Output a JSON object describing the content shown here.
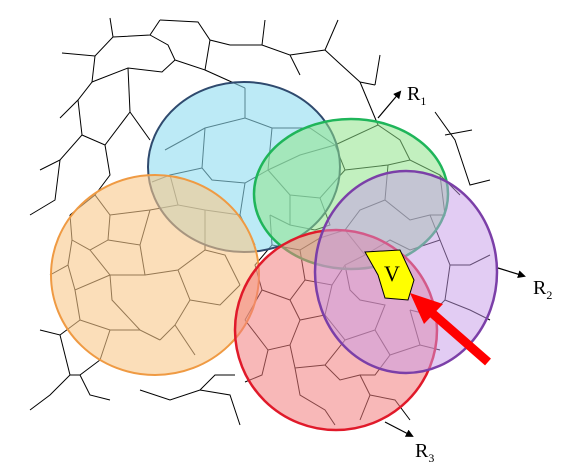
{
  "diagram": {
    "cell_label": "V",
    "region_labels": [
      {
        "main": "R",
        "sub": "1"
      },
      {
        "main": "R",
        "sub": "2"
      },
      {
        "main": "R",
        "sub": "3"
      }
    ]
  },
  "colors": {
    "cyan_fill": "#8fdcf0",
    "cyan_stroke": "#2f4a6e",
    "green_fill": "#8fe38a",
    "green_stroke": "#1fb55a",
    "orange_fill": "#f8c88a",
    "orange_stroke": "#ef9a43",
    "red_fill": "#f27d7d",
    "red_stroke": "#e01a2a",
    "purple_fill": "#c59ae8",
    "purple_stroke": "#7b3fa8",
    "cell_fill": "#ffff00",
    "pointer": "#ff0000",
    "edge": "#000000"
  }
}
